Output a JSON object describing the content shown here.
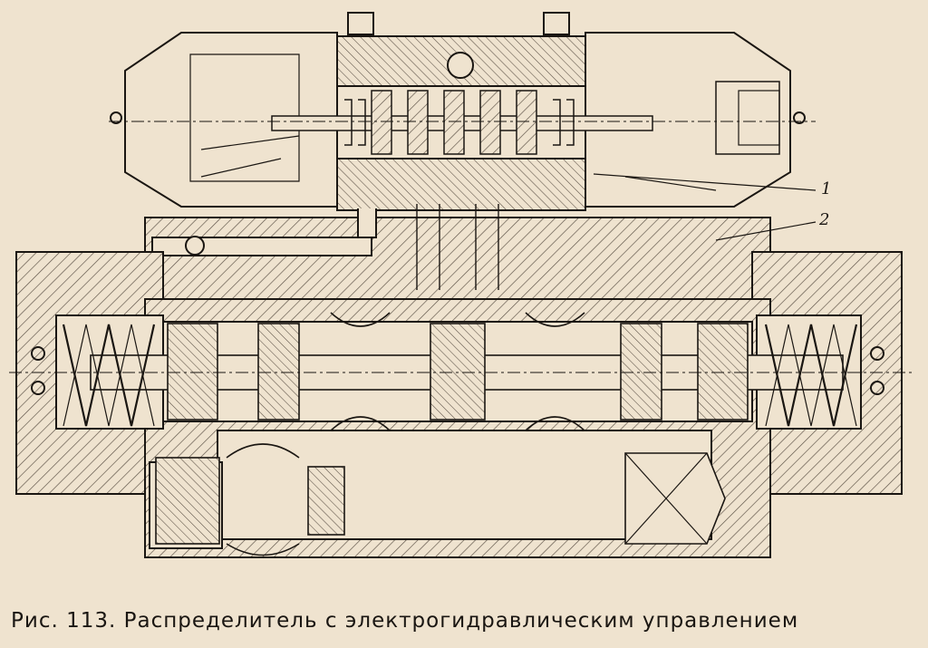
{
  "figure": {
    "caption": "Рис. 113. Распределитель с электрогидравлическим управлением",
    "callouts": [
      "1",
      "2"
    ]
  },
  "colors": {
    "paper": "#efe3cf",
    "ink": "#1a1612",
    "hatch": "#5a4f44"
  }
}
